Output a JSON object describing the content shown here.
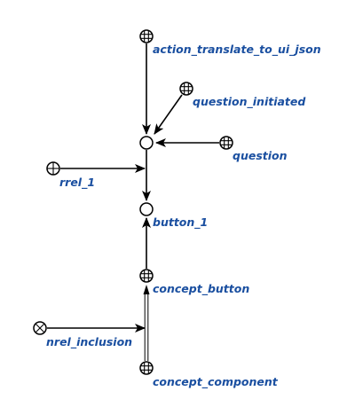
{
  "nodes": [
    {
      "id": "action_translate",
      "label": "action_translate_to_ui_json",
      "kind": "const-class-icon"
    },
    {
      "id": "question_initiated",
      "label": "question_initiated",
      "kind": "const-class-icon"
    },
    {
      "id": "question",
      "label": "question",
      "kind": "const-class-icon"
    },
    {
      "id": "center",
      "label": "",
      "kind": "var-node-icon"
    },
    {
      "id": "rrel_1",
      "label": "rrel_1",
      "kind": "role-relation-icon"
    },
    {
      "id": "button_1",
      "label": "button_1",
      "kind": "var-node-icon"
    },
    {
      "id": "concept_button",
      "label": "concept_button",
      "kind": "const-class-icon"
    },
    {
      "id": "nrel_inclusion",
      "label": "nrel_inclusion",
      "kind": "norole-relation-icon"
    },
    {
      "id": "concept_component",
      "label": "concept_component",
      "kind": "const-class-icon"
    }
  ],
  "edges": [
    {
      "from": "action_translate",
      "to": "center",
      "style": "arrow"
    },
    {
      "from": "question_initiated",
      "to": "center",
      "style": "arrow"
    },
    {
      "from": "question",
      "to": "center",
      "style": "arrow"
    },
    {
      "from": "rrel_1",
      "to": "center-to-button-edge",
      "style": "arrow"
    },
    {
      "from": "center",
      "to": "button_1",
      "style": "arrow"
    },
    {
      "from": "concept_button",
      "to": "button_1",
      "style": "arrow"
    },
    {
      "from": "concept_component",
      "to": "concept_button",
      "style": "double-arrow"
    },
    {
      "from": "nrel_inclusion",
      "to": "concept-edge",
      "style": "arrow"
    }
  ]
}
